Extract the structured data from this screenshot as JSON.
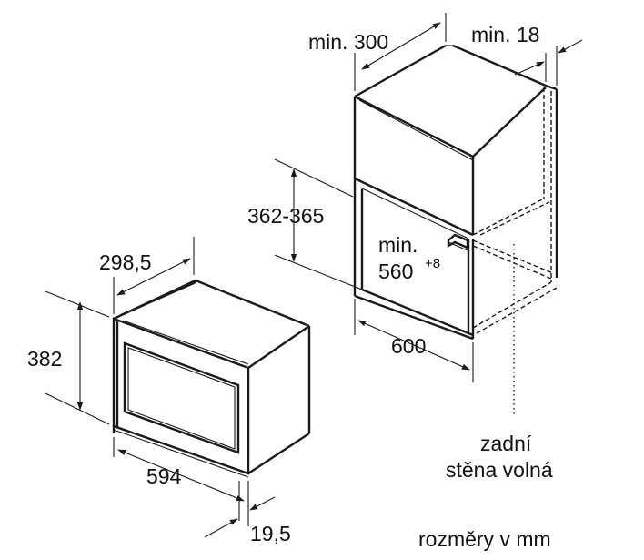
{
  "dimensions": {
    "niche_depth": "min. 300",
    "niche_gap": "min. 18",
    "niche_height": "362-365",
    "opening_min": "min.",
    "opening_value": "560",
    "opening_tolerance": "+8",
    "niche_width": "600",
    "appliance_depth": "298,5",
    "appliance_height": "382",
    "appliance_width": "594",
    "front_depth": "19,5"
  },
  "notes": {
    "back_wall_line1": "zadní",
    "back_wall_line2": "stěna volná",
    "units": "rozměry v mm"
  }
}
